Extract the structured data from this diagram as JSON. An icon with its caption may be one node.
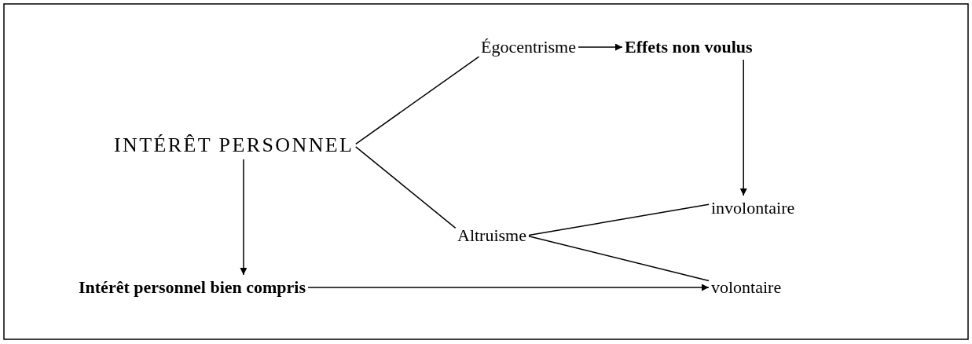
{
  "diagram": {
    "nodes": [
      {
        "text": [
          "INTÉRÊT PERSONNEL"
        ]
      },
      {
        "text": [
          "Égocentrisme"
        ]
      },
      {
        "text": [
          "Effets non voulus"
        ]
      },
      {
        "text": [
          "involontaire"
        ]
      },
      {
        "text": [
          "Altruisme"
        ]
      },
      {
        "text": [
          "Intérêt personnel bien compris"
        ]
      },
      {
        "text": [
          "volontaire"
        ]
      }
    ],
    "edges": [
      {
        "from": 0,
        "to": 1,
        "arrow": "none"
      },
      {
        "from": 0,
        "to": 4,
        "arrow": "none"
      },
      {
        "from": 1,
        "to": 2,
        "arrow": "to"
      },
      {
        "from": 2,
        "to": 3,
        "arrow": "to"
      },
      {
        "from": 0,
        "to": 5,
        "arrow": "to"
      },
      {
        "from": 4,
        "to": 3,
        "arrow": "none"
      },
      {
        "from": 4,
        "to": 6,
        "arrow": "none"
      },
      {
        "from": 5,
        "to": 6,
        "arrow": "to"
      }
    ]
  }
}
